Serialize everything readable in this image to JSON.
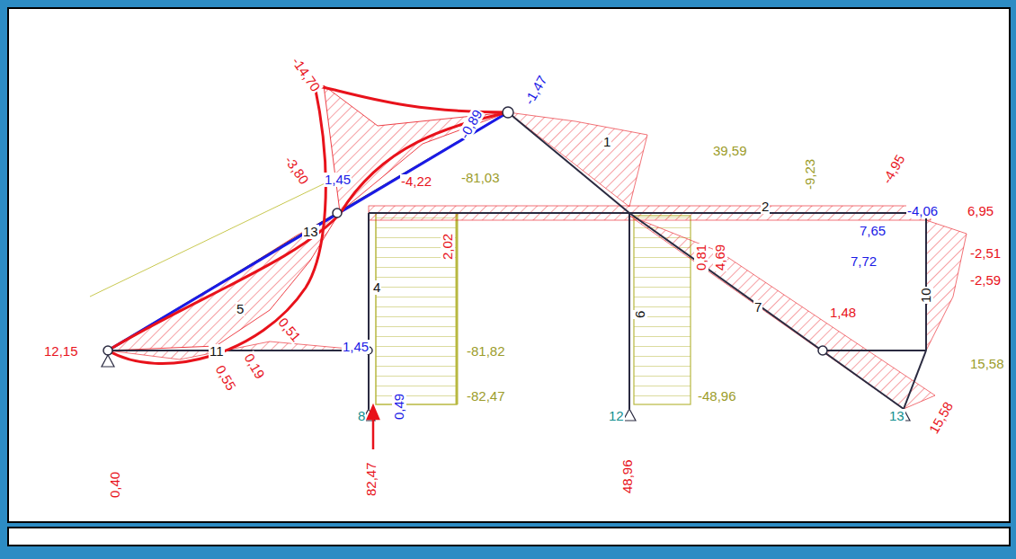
{
  "diagram": {
    "labels": [
      "-14,70",
      "-0,89",
      "-1,47",
      "-3,80",
      "-4,22",
      "-81,03",
      "39,59",
      "-9,23",
      "-4,95",
      "1,45",
      "2,02",
      "7,65",
      "-4,06",
      "6,95",
      "-2,51",
      "-2,59",
      "0,81",
      "4,69",
      "7,72",
      "1,48",
      "12,15",
      "0,19",
      "0,55",
      "0,51",
      "1,45",
      "-81,82",
      "0,49",
      "-82,47",
      "-48,96",
      "48,96",
      "82,47",
      "15,58",
      "15,58",
      "0,40",
      "1",
      "2",
      "4",
      "5",
      "6",
      "7",
      "10",
      "11",
      "13",
      "8",
      "12",
      "13"
    ]
  }
}
